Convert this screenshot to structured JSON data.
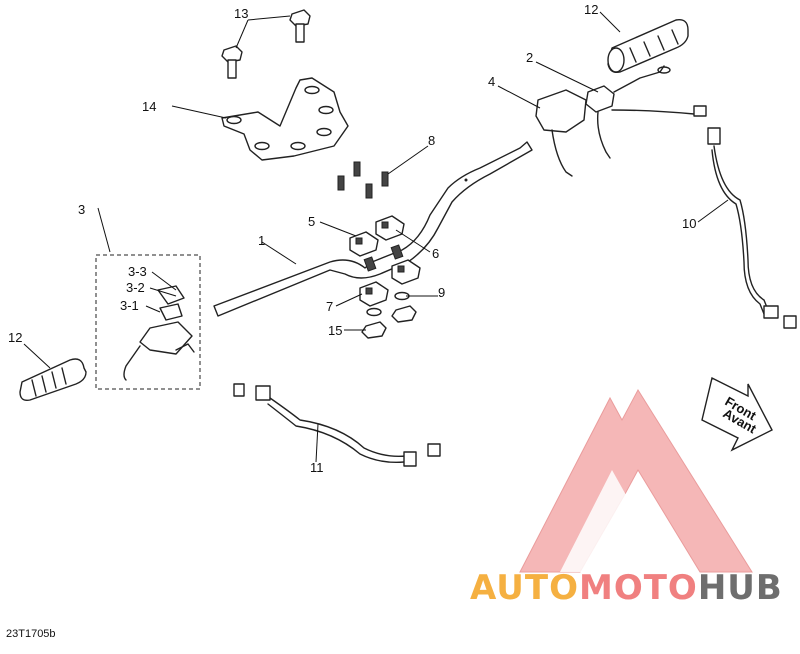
{
  "callouts": {
    "c1": "1",
    "c2": "2",
    "c3": "3",
    "c3_1": "3-1",
    "c3_2": "3-2",
    "c3_3": "3-3",
    "c4": "4",
    "c5": "5",
    "c6": "6",
    "c7": "7",
    "c8": "8",
    "c9": "9",
    "c10": "10",
    "c11": "11",
    "c12a": "12",
    "c12b": "12",
    "c13": "13",
    "c14": "14",
    "c15": "15"
  },
  "direction_arrow": {
    "line1": "Front",
    "line2": "Avant"
  },
  "reference_code": "23T1705b",
  "watermark": {
    "part1": "AUTO",
    "part2": "MOTO",
    "part3": "HUB",
    "colors": {
      "auto": "#f5b041",
      "moto": "#f08080",
      "hub": "#6e6e6e",
      "triangle": "#f08a8a"
    }
  }
}
